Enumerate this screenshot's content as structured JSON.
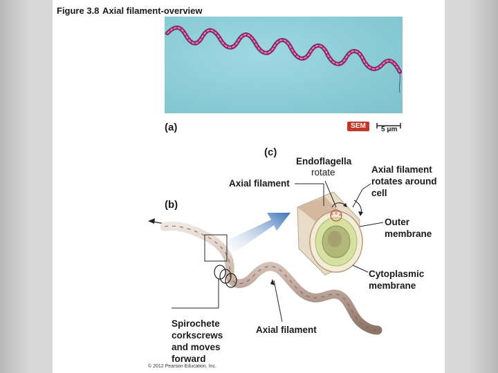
{
  "figure": {
    "number": "Figure 3.8",
    "title": "Axial filament-overview"
  },
  "panel_a": {
    "label": "(a)",
    "badge": "SEM",
    "scale_bar": "5 μm"
  },
  "panel_b": {
    "label": "(b)",
    "spirochete_lines": [
      "Spirochete",
      "corkscrews",
      "and moves",
      "forward"
    ],
    "axial_filament_top": "Axial filament",
    "axial_filament_bottom": "Axial filament"
  },
  "panel_c": {
    "label": "(c)",
    "endoflagella_lines": [
      "Endoflagella",
      "rotate"
    ],
    "axial_rotates_lines": [
      "Axial filament",
      "rotates around",
      "cell"
    ],
    "outer_membrane_lines": [
      "Outer",
      "membrane"
    ],
    "cytoplasmic_lines": [
      "Cytoplasmic",
      "membrane"
    ]
  },
  "credit": "© 2012 Pearson Education, Inc.",
  "colors": {
    "micrograph_bg": "#8acbd6",
    "spirochete_magenta": "#9c2a6a",
    "sem_badge": "#c0392b",
    "arrow_blue": "#3a74b8"
  }
}
